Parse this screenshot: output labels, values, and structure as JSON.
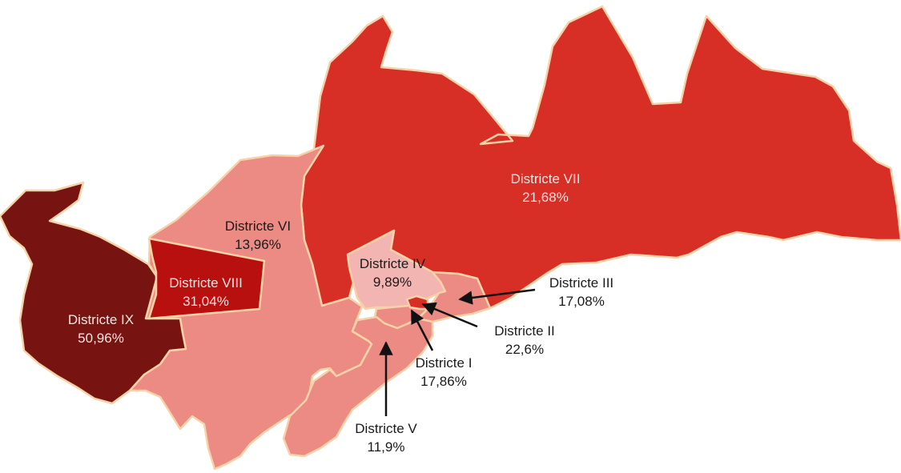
{
  "districts": [
    {
      "id": "vii",
      "name": "Districte VII",
      "value": "21,68%",
      "color": "#d72e26"
    },
    {
      "id": "vi",
      "name": "Districte VI",
      "value": "13,96%",
      "color": "#ec8a84"
    },
    {
      "id": "viii",
      "name": "Districte VIII",
      "value": "31,04%",
      "color": "#b8100f"
    },
    {
      "id": "ix",
      "name": "Districte IX",
      "value": "50,96%",
      "color": "#771412"
    },
    {
      "id": "iv",
      "name": "Districte IV",
      "value": "9,89%",
      "color": "#f3b5b1"
    },
    {
      "id": "iii",
      "name": "Districte III",
      "value": "17,08%",
      "color": "#ec8a84"
    },
    {
      "id": "ii",
      "name": "Districte II",
      "value": "22,6%",
      "color": "#d72e26"
    },
    {
      "id": "i",
      "name": "Districte I",
      "value": "17,86%",
      "color": "#ec8a84"
    },
    {
      "id": "v",
      "name": "Districte V",
      "value": "11,9%",
      "color": "#ec8a84"
    }
  ],
  "colors": {
    "border": "#f6d2a8",
    "callout_arrow": "#111111"
  }
}
